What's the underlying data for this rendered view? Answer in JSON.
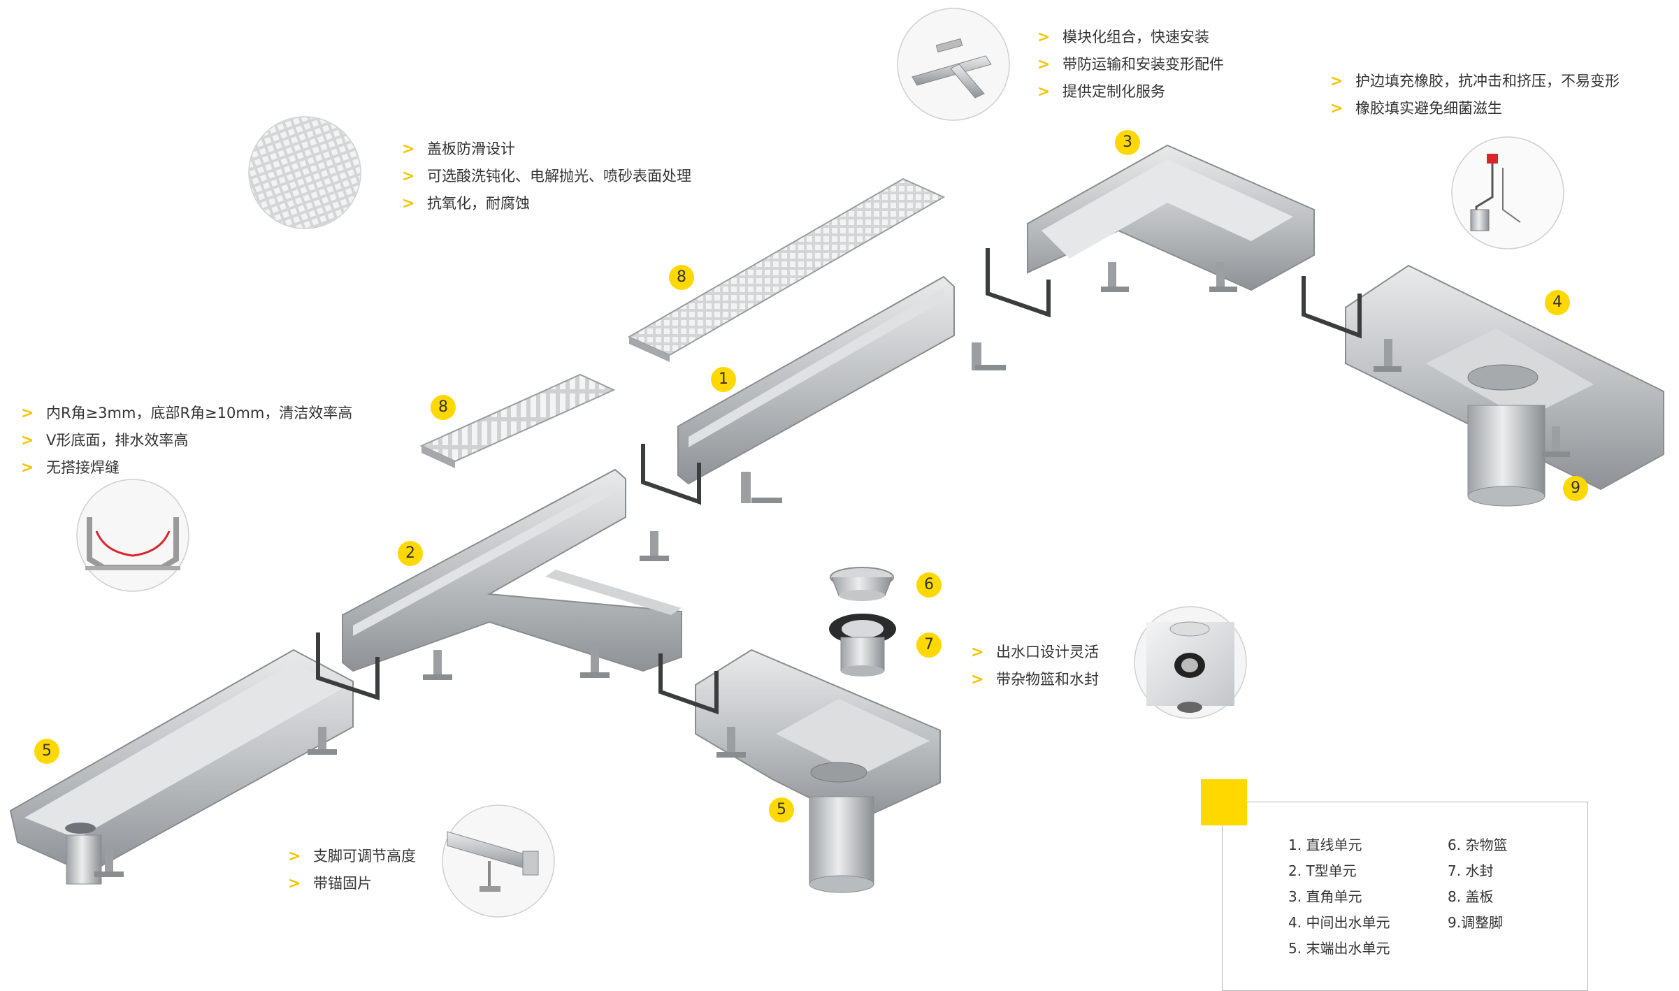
{
  "features": {
    "cover": [
      "盖板防滑设计",
      "可选酸洗钝化、电解抛光、喷砂表面处理",
      "抗氧化，耐腐蚀"
    ],
    "modular": [
      "模块化组合，快速安装",
      "带防运输和安装变形配件",
      "提供定制化服务"
    ],
    "rubber": [
      "护边填充橡胶，抗冲击和挤压，不易变形",
      "橡胶填实避免细菌滋生"
    ],
    "section": [
      "内R角≥3mm，底部R角≥10mm，清洁效率高",
      "V形底面，排水效率高",
      "无搭接焊缝"
    ],
    "outlet": [
      "出水口设计灵活",
      "带杂物篮和水封"
    ],
    "feet": [
      "支脚可调节高度",
      "带锚固片"
    ]
  },
  "badges": {
    "b1": "1",
    "b2": "2",
    "b3": "3",
    "b4": "4",
    "b5a": "5",
    "b5b": "5",
    "b6": "6",
    "b7": "7",
    "b8a": "8",
    "b8b": "8",
    "b9": "9"
  },
  "legend": {
    "left": [
      "1. 直线单元",
      "2. T型单元",
      "3. 直角单元",
      "4. 中间出水单元",
      "5. 末端出水单元"
    ],
    "right": [
      "6. 杂物篮",
      "7. 水封",
      "8. 盖板",
      "9.调整脚"
    ]
  },
  "colors": {
    "accent": "#ffd800",
    "chevron": "#f5c400"
  }
}
